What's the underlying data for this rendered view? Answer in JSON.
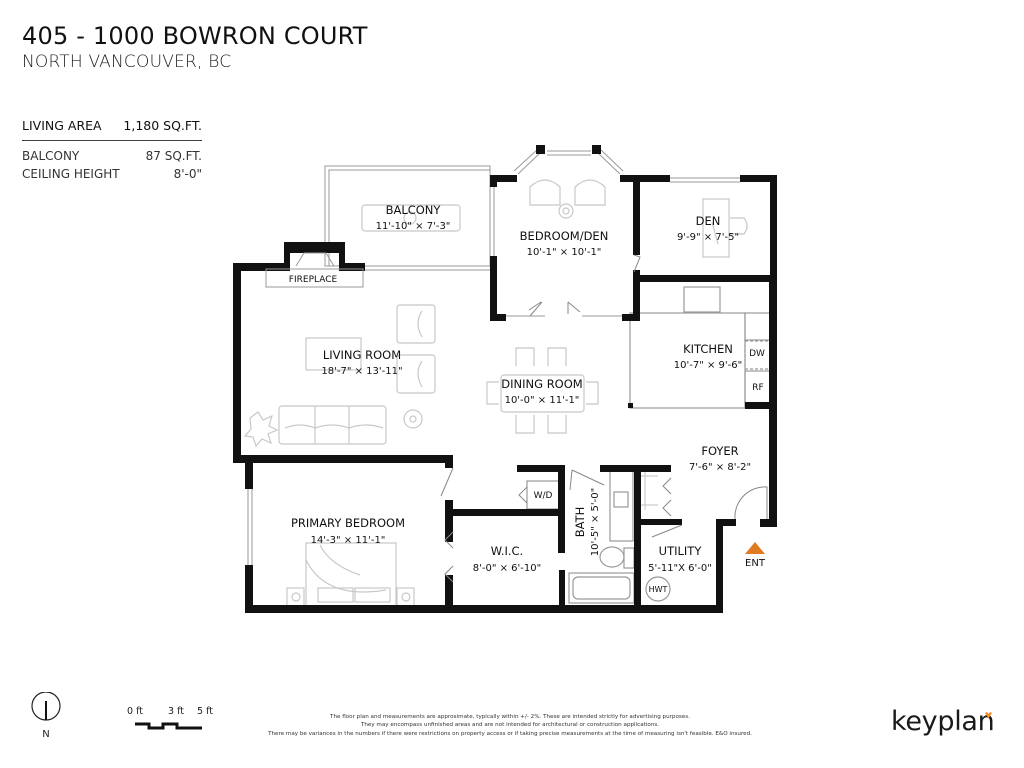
{
  "header": {
    "title": "405 - 1000 BOWRON COURT",
    "subtitle": "NORTH VANCOUVER, BC"
  },
  "stats": {
    "living_area": {
      "label": "LIVING AREA",
      "value": "1,180 SQ.FT."
    },
    "balcony": {
      "label": "BALCONY",
      "value": "87 SQ.FT."
    },
    "ceiling": {
      "label": "CEILING HEIGHT",
      "value": "8'-0\""
    }
  },
  "rooms": {
    "balcony": {
      "name": "BALCONY",
      "dims": "11'-10\"  ×   7'-3\""
    },
    "bedroom_den": {
      "name": "BEDROOM/DEN",
      "dims": "10'-1\"  ×   10'-1\""
    },
    "den": {
      "name": "DEN",
      "dims": "9'-9\"   ×   7'-5\""
    },
    "fireplace": {
      "name": "FIREPLACE"
    },
    "living_room": {
      "name": "LIVING ROOM",
      "dims": "18'-7\"  ×   13'-11\""
    },
    "dining_room": {
      "name": "DINING ROOM",
      "dims": "10'-0\"  ×   11'-1\""
    },
    "kitchen": {
      "name": "KITCHEN",
      "dims": "10'-7\"  ×   9'-6\""
    },
    "foyer": {
      "name": "FOYER",
      "dims": "7'-6\"  ×   8'-2\""
    },
    "primary_bedroom": {
      "name": "PRIMARY BEDROOM",
      "dims": "14'-3\"  ×   11'-1\""
    },
    "wic": {
      "name": "W.I.C.",
      "dims": "8'-0\"  ×   6'-10\""
    },
    "bath": {
      "name": "BATH",
      "dims": "10'-5\"  ×  5'-0\""
    },
    "utility": {
      "name": "UTILITY",
      "dims": "5'-11\"X 6'-0\""
    }
  },
  "appliances": {
    "dishwasher": "DW",
    "refrigerator": "RF",
    "washer_dryer": "W/D",
    "hot_water_tank": "HWT"
  },
  "entry": {
    "label": "ENT",
    "color": "#e07b22"
  },
  "compass": {
    "label": "N"
  },
  "scale_bar": {
    "labels": [
      "0 ft",
      "3 ft",
      "5 ft"
    ]
  },
  "disclaimer": [
    "The floor plan and measurements are approximate, typically within +/- 2%. These are intended strictly for advertising purposes.",
    "They may encompass unfinished areas and are not intended for architectural or construction applications.",
    "There may be variances in the numbers if there were restrictions on property access or if taking precise measurements at the time of measuring isn't feasible. E&O insured."
  ],
  "brand": {
    "name": "keyplan",
    "accent": "#f08a24"
  }
}
